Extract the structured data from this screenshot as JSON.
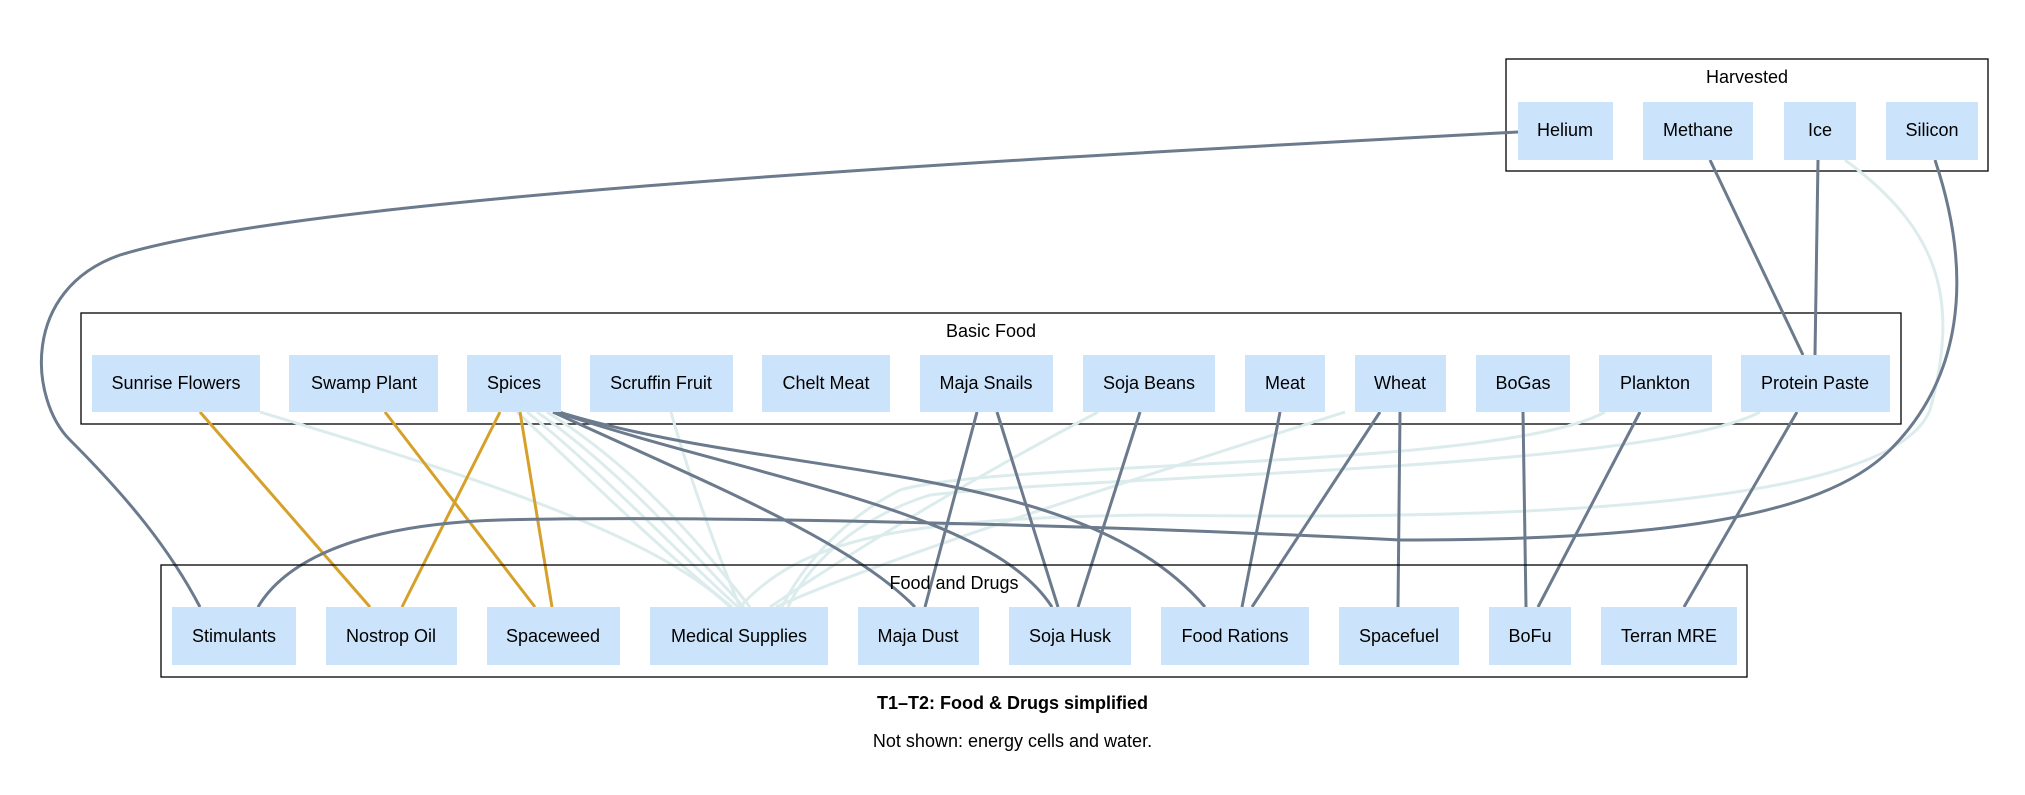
{
  "clusters": {
    "harvested": "Harvested",
    "basic_food": "Basic Food",
    "food_drugs": "Food and Drugs"
  },
  "nodes": {
    "helium": "Helium",
    "methane": "Methane",
    "ice": "Ice",
    "silicon": "Silicon",
    "sunrise_flowers": "Sunrise Flowers",
    "swamp_plant": "Swamp Plant",
    "spices": "Spices",
    "scruffin_fruit": "Scruffin Fruit",
    "chelt_meat": "Chelt Meat",
    "maja_snails": "Maja Snails",
    "soja_beans": "Soja Beans",
    "meat": "Meat",
    "wheat": "Wheat",
    "bogas": "BoGas",
    "plankton": "Plankton",
    "protein_paste": "Protein Paste",
    "stimulants": "Stimulants",
    "nostrop_oil": "Nostrop Oil",
    "spaceweed": "Spaceweed",
    "medical_supplies": "Medical Supplies",
    "maja_dust": "Maja Dust",
    "soja_husk": "Soja Husk",
    "food_rations": "Food Rations",
    "spacefuel": "Spacefuel",
    "bofu": "BoFu",
    "terran_mre": "Terran MRE"
  },
  "edge_colors": {
    "slate": "#6b7a8c",
    "gold": "#d6a12a",
    "pale": "#dcecec",
    "node_fill": "#cce4fb"
  },
  "edges": [
    {
      "from": "helium",
      "to": "stimulants",
      "color": "slate"
    },
    {
      "from": "methane",
      "to": "protein_paste",
      "color": "slate"
    },
    {
      "from": "ice",
      "to": "protein_paste",
      "color": "slate"
    },
    {
      "from": "ice",
      "to": "medical_supplies",
      "color": "pale"
    },
    {
      "from": "silicon",
      "to": "stimulants",
      "color": "slate"
    },
    {
      "from": "sunrise_flowers",
      "to": "nostrop_oil",
      "color": "gold"
    },
    {
      "from": "sunrise_flowers",
      "to": "medical_supplies",
      "color": "pale"
    },
    {
      "from": "swamp_plant",
      "to": "spaceweed",
      "color": "gold"
    },
    {
      "from": "spices",
      "to": "nostrop_oil",
      "color": "gold"
    },
    {
      "from": "spices",
      "to": "spaceweed",
      "color": "gold"
    },
    {
      "from": "spices",
      "to": "medical_supplies",
      "color": "pale"
    },
    {
      "from": "spices",
      "to": "maja_dust",
      "color": "slate"
    },
    {
      "from": "spices",
      "to": "soja_husk",
      "color": "slate"
    },
    {
      "from": "spices",
      "to": "food_rations",
      "color": "slate"
    },
    {
      "from": "scruffin_fruit",
      "to": "medical_supplies",
      "color": "pale"
    },
    {
      "from": "maja_snails",
      "to": "maja_dust",
      "color": "slate"
    },
    {
      "from": "maja_snails",
      "to": "soja_husk",
      "color": "slate"
    },
    {
      "from": "soja_beans",
      "to": "soja_husk",
      "color": "slate"
    },
    {
      "from": "soja_beans",
      "to": "medical_supplies",
      "color": "pale"
    },
    {
      "from": "meat",
      "to": "food_rations",
      "color": "slate"
    },
    {
      "from": "wheat",
      "to": "food_rations",
      "color": "slate"
    },
    {
      "from": "wheat",
      "to": "spacefuel",
      "color": "slate"
    },
    {
      "from": "wheat",
      "to": "medical_supplies",
      "color": "pale"
    },
    {
      "from": "bogas",
      "to": "bofu",
      "color": "slate"
    },
    {
      "from": "plankton",
      "to": "bofu",
      "color": "slate"
    },
    {
      "from": "plankton",
      "to": "medical_supplies",
      "color": "pale"
    },
    {
      "from": "protein_paste",
      "to": "terran_mre",
      "color": "slate"
    },
    {
      "from": "protein_paste",
      "to": "medical_supplies",
      "color": "pale"
    }
  ],
  "caption": {
    "title": "T1–T2: Food & Drugs simplified",
    "subtitle": "Not shown: energy cells and water."
  }
}
